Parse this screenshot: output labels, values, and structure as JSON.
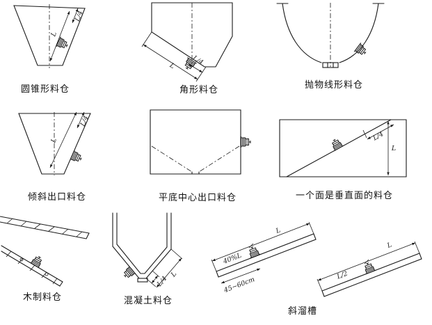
{
  "colors": {
    "ink": "#1a1a1a",
    "background": "#ffffff"
  },
  "figures": {
    "conical": {
      "caption": "圆锥形料仓",
      "dim_quarter": "L/4",
      "dim_full": "L"
    },
    "angular": {
      "caption": "角形料仓",
      "dim_quarter": "L/4",
      "dim_full": "L"
    },
    "parabolic": {
      "caption": "抛物线形料仓"
    },
    "inclined_outlet": {
      "caption": "倾斜出口料仓",
      "dim_quarter": "L/4",
      "dim_full": "L"
    },
    "flat_center_outlet": {
      "caption": "平底中心出口料仓"
    },
    "vertical_face": {
      "caption": "一个面是垂直面的料仓",
      "dim_quarter": "L/4",
      "dim_full": "L"
    },
    "wooden": {
      "caption": "木制料仓"
    },
    "concrete": {
      "caption": "混凝土料仓",
      "dim_quarter": "L/4",
      "dim_full": "L"
    },
    "chute": {
      "caption": "斜溜槽",
      "left_fraction": "40%L",
      "left_length": "L",
      "right_fraction": "L/2",
      "right_length": "L",
      "end_distance": "45~60cm"
    }
  }
}
